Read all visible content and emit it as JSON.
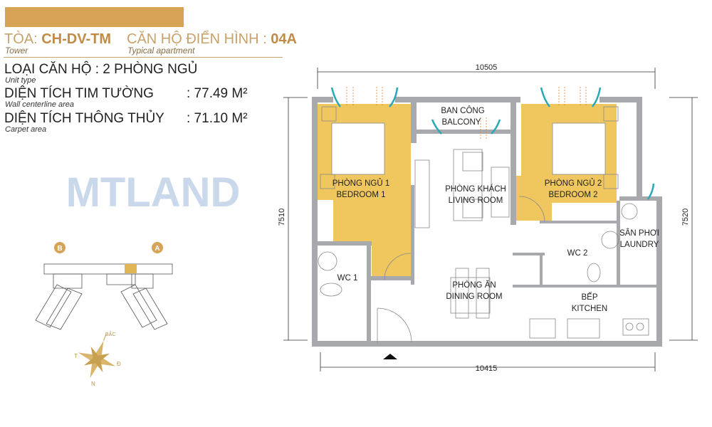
{
  "header": {
    "tower_label": "TÒA:",
    "tower_value": "CH-DV-TM",
    "tower_en": "Tower",
    "apartment_label": "CĂN HỘ ĐIỂN HÌNH :",
    "apartment_value": "04A",
    "apartment_en": "Typical apartment"
  },
  "specs": [
    {
      "label": "LOẠI CĂN HỘ : 2 PHÒNG NGỦ",
      "en": "Unit type"
    },
    {
      "label": "DIỆN TÍCH TIM TƯỜNG",
      "value": ": 77.49 M²",
      "en": "Wall centerline area"
    },
    {
      "label": "DIỆN TÍCH THÔNG THỦY",
      "value": ": 71.10 M²",
      "en": "Carpet area"
    }
  ],
  "site_plan": {
    "wing_b": "B",
    "wing_a": "A"
  },
  "compass": {
    "north": "BẮC",
    "west": "T",
    "east": "Đ",
    "south": "N"
  },
  "watermark": "MTLAND",
  "dimensions": {
    "top": "10505",
    "bottom": "10415",
    "left": "7510",
    "right": "7520"
  },
  "rooms": {
    "balcony_vi": "BAN CÔNG",
    "balcony_en": "BALCONY",
    "bedroom1_vi": "PHÒNG NGỦ 1",
    "bedroom1_en": "BEDROOM 1",
    "living_vi": "PHÒNG KHÁCH",
    "living_en": "LIVING ROOM",
    "bedroom2_vi": "PHÒNG NGỦ 2",
    "bedroom2_en": "BEDROOM 2",
    "laundry_vi": "SÂN PHƠI",
    "laundry_en": "LAUNDRY",
    "wc1": "WC 1",
    "wc2": "WC 2",
    "dining_vi": "PHÒNG ĂN",
    "dining_en": "DINING ROOM",
    "kitchen_vi": "BẾP",
    "kitchen_en": "KITCHEN"
  },
  "colors": {
    "gold": "#d6a357",
    "bedroom": "#f0c75e",
    "wall": "#a7a9ac",
    "airflow": "#2aa8b8"
  }
}
